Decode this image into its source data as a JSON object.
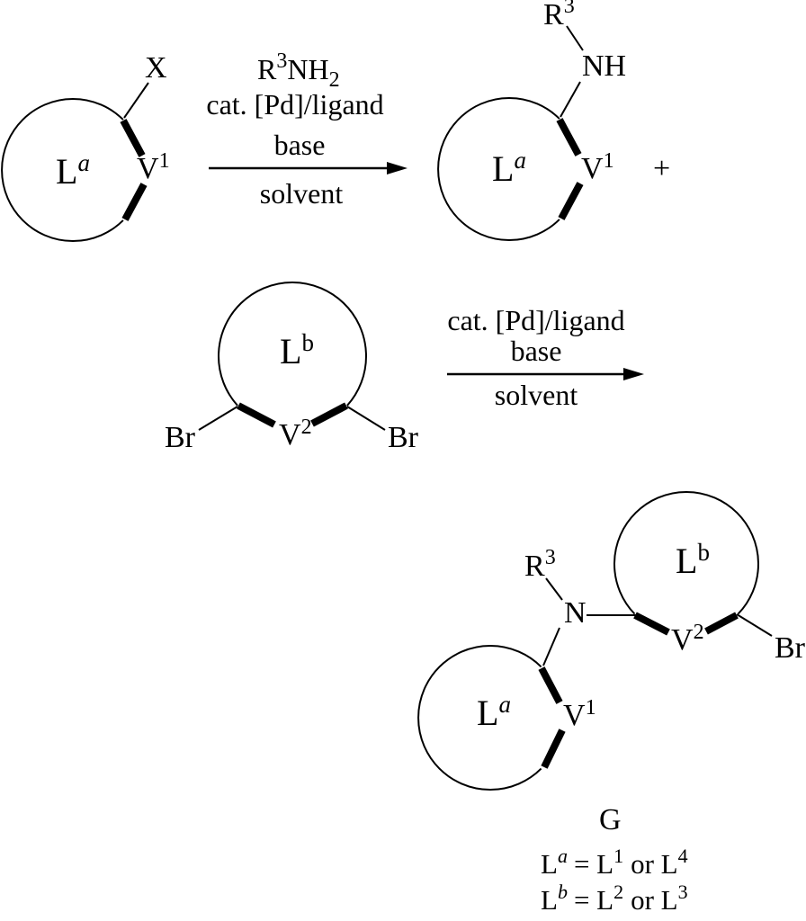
{
  "colors": {
    "ink": "#000000",
    "background": "#ffffff"
  },
  "reaction1": {
    "reactant": {
      "ring_label": "L",
      "ring_sup": "a",
      "vertex": "V",
      "vertex_sup": "1",
      "substituent": "X"
    },
    "conditions": {
      "amine_r": "R",
      "amine_r_sup": "3",
      "amine_nh": "NH",
      "amine_h_sub": "2",
      "line2": "cat. [Pd]/ligand",
      "line3": "base",
      "below": "solvent"
    },
    "product": {
      "ring_label": "L",
      "ring_sup": "a",
      "vertex": "V",
      "vertex_sup": "1",
      "nh_label": "NH",
      "r_label": "R",
      "r_sup": "3"
    },
    "plus_sign": "+"
  },
  "reaction2": {
    "reactant": {
      "ring_label": "L",
      "ring_sup": "b",
      "vertex": "V",
      "vertex_sup": "2",
      "br_left": "Br",
      "br_right": "Br"
    },
    "conditions": {
      "line1": "cat. [Pd]/ligand",
      "line2": "base",
      "below": "solvent"
    }
  },
  "product_g": {
    "label": "G",
    "upper_ring": {
      "ring_label": "L",
      "ring_sup": "b",
      "vertex": "V",
      "vertex_sup": "2",
      "br": "Br"
    },
    "lower_ring": {
      "ring_label": "L",
      "ring_sup": "a",
      "vertex": "V",
      "vertex_sup": "1"
    },
    "amine": {
      "n": "N",
      "r": "R",
      "r_sup": "3"
    }
  },
  "legend": {
    "line1": {
      "base": "L",
      "base_sup": "a",
      "eq": "= L",
      "eq_sup": "1",
      "or": "or L",
      "or_sup": "4"
    },
    "line2": {
      "base": "L",
      "base_sup": "b",
      "eq": "= L",
      "eq_sup": "2",
      "or": "or L",
      "or_sup": "3"
    }
  }
}
